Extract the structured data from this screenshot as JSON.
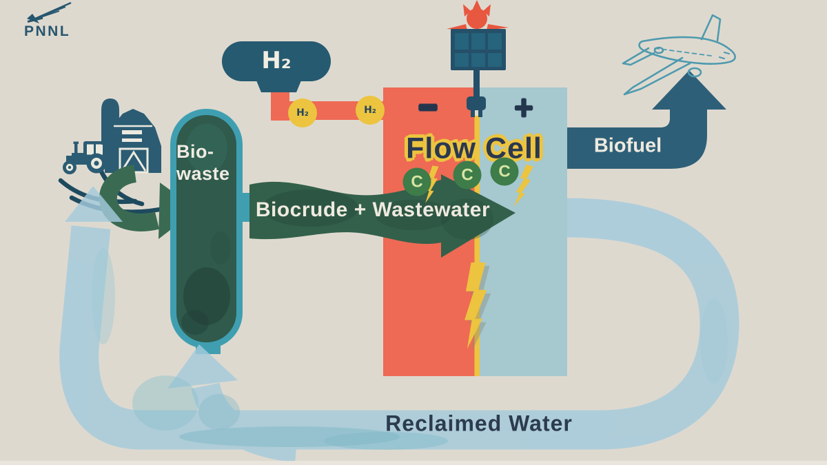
{
  "logo": {
    "text": "PNNL"
  },
  "hydrogen": {
    "tank_label": "H₂",
    "bubble_labels": [
      "H₂",
      "H₂"
    ]
  },
  "flow_cell": {
    "title": "Flow Cell",
    "negative_terminal": "−",
    "positive_terminal": "+",
    "carbon_labels": [
      "C",
      "C",
      "C"
    ]
  },
  "biowaste_vessel": {
    "label_line1": "Bio-",
    "label_line2": "waste"
  },
  "flows": {
    "biocrude_label": "Biocrude + Wastewater",
    "biofuel_label": "Biofuel",
    "reclaimed_water_label": "Reclaimed Water"
  },
  "icons": {
    "pnnl_swoosh": "stroked-swoosh-mark",
    "barn": "filled-silhouette",
    "silo": "filled-silhouette",
    "tractor": "filled-silhouette",
    "field_furrows": "curved-strokes",
    "h2_tank": "rounded-pill-with-valve",
    "solar_panel": "grid-panel",
    "sun": "circle-with-rays",
    "power_plug": "plug-with-prongs",
    "lightning_bolt": "zigzag-polygon",
    "airplane": "line-drawing",
    "recycle_arrow": "curved-green-arrow",
    "water_loop_arrows": "thick-light-blue-loop"
  },
  "colors": {
    "background": "#ded9cf",
    "navy": "#2b5c73",
    "dark_text": "#2a3850",
    "cell_red": "#ee6a54",
    "cell_blue": "#a6c8cf",
    "accent_yellow": "#ecc43f",
    "water_blue": "#a4cbdc",
    "arrow_green": "#33604a",
    "vessel_teal": "#3f9fb1",
    "vessel_fill": "#2f5a4c",
    "carbon_green": "#3e7c49",
    "plane_teal": "#4e9aae",
    "sun_red": "#e8573f"
  }
}
